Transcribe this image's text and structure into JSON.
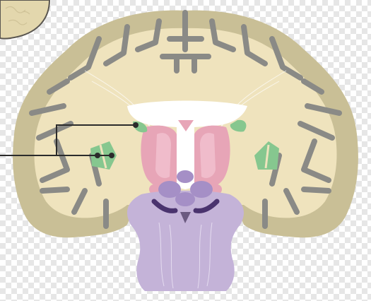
{
  "diagram": {
    "type": "coronal brain section with label pointers",
    "colors": {
      "cortex": "#c9bf96",
      "white_matter": "#efe3bd",
      "sulcus": "#8a8a86",
      "ventricle": "#ffffff",
      "pink_nuclei": "#e7a5b7",
      "pink_highlight": "#f3c2cf",
      "green_nuclei": "#86c78f",
      "brainstem": "#c4b3d8",
      "brainstem_dark": "#8d79ad",
      "pointer_line": "#2b2b2b"
    },
    "pointers": [
      {
        "id": "upper",
        "target": "green-nucleus-left-upper"
      },
      {
        "id": "lower",
        "target": "green-nucleus-left-lower"
      }
    ]
  }
}
